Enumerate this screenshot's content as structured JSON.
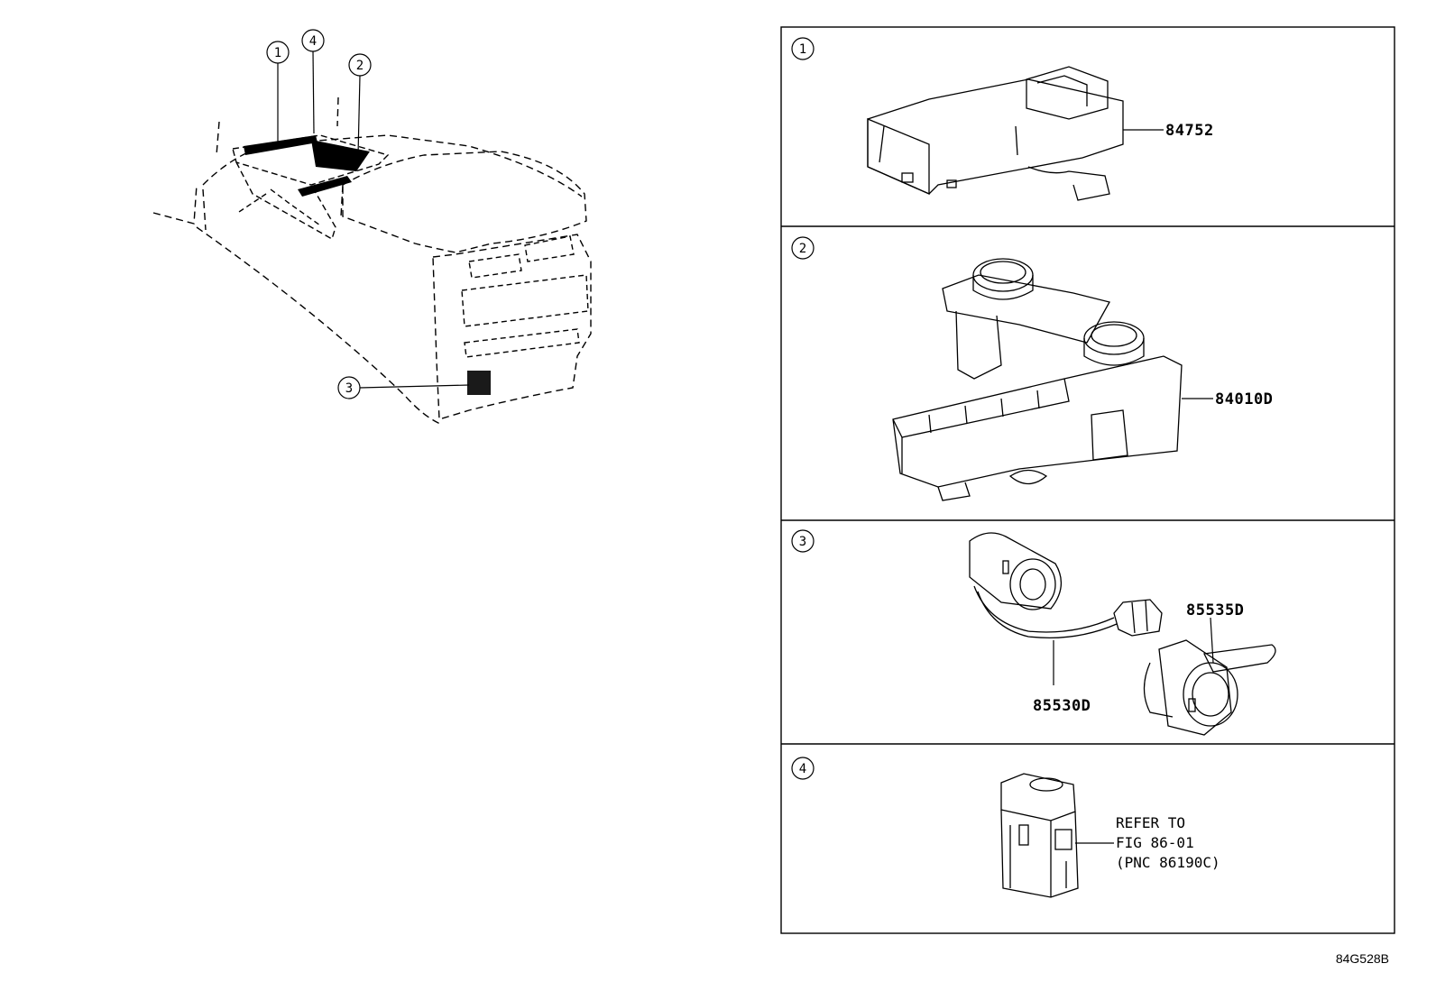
{
  "figure_id": "84G528B",
  "overview": {
    "callouts": [
      "1",
      "4",
      "2",
      "3"
    ]
  },
  "panels": [
    {
      "number": "1",
      "parts": [
        {
          "pnc": "84752"
        }
      ]
    },
    {
      "number": "2",
      "parts": [
        {
          "pnc": "84010D"
        }
      ]
    },
    {
      "number": "3",
      "parts": [
        {
          "pnc": "85535D"
        },
        {
          "pnc": "85530D"
        }
      ]
    },
    {
      "number": "4",
      "note": [
        "REFER TO",
        "FIG 86-01",
        "(PNC 86190C)"
      ]
    }
  ]
}
